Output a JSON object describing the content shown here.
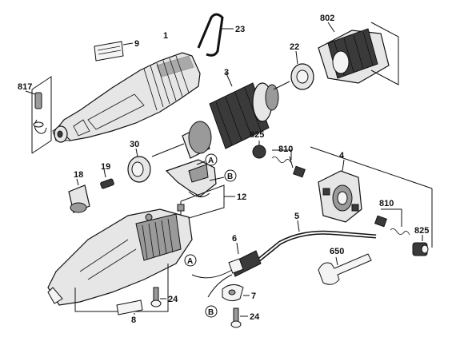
{
  "parts": {
    "housing_top": "1",
    "armature": "3",
    "brush_holder": "4",
    "cord": "5",
    "cord_protector": "6",
    "cord_clamp": "7",
    "housing_half_label": "8",
    "nameplate": "9",
    "brush_spring": "12",
    "shaft_lock": "18",
    "pin": "19",
    "bearing": "22",
    "wire_clip": "23",
    "screw_24a": "24",
    "screw_24b": "24",
    "bearing_30": "30",
    "wrench": "650",
    "field": "802",
    "brush_top": "810",
    "brush_bottom": "810",
    "nut_817": "817",
    "cap_top": "825",
    "cap_bottom": "825"
  },
  "callouts": {
    "a_top": "A",
    "b_top": "B",
    "a_bottom": "A",
    "b_bottom": "B"
  }
}
